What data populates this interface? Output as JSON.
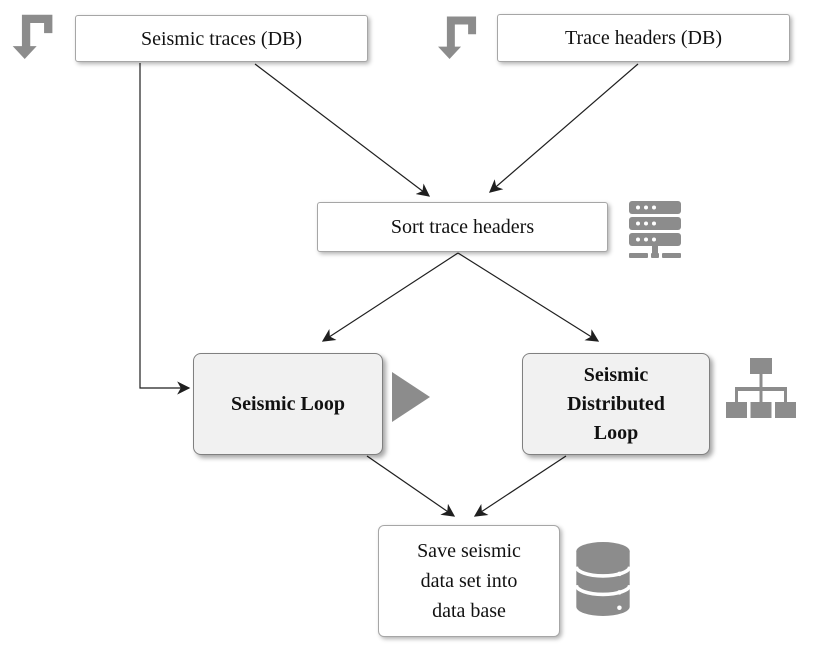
{
  "background": "#ffffff",
  "colors": {
    "icon": "#8c8c8c",
    "edge": "#1f1f1f",
    "node_border": "#a6a6a6",
    "loop_fill": "#f1f1f1",
    "loop_border": "#808080"
  },
  "nodes": {
    "seismic_traces": {
      "label": "Seismic traces (DB)"
    },
    "trace_headers": {
      "label": "Trace headers (DB)"
    },
    "sort_trace_headers": {
      "label": "Sort trace headers"
    },
    "seismic_loop": {
      "label": "Seismic Loop"
    },
    "seismic_distributed_loop": {
      "lines": [
        "Seismic",
        "Distributed",
        "Loop"
      ]
    },
    "save_to_database": {
      "lines": [
        "Save seismic",
        "data set into",
        "data base"
      ]
    }
  },
  "icons": {
    "seismic_traces_input": "level-down-arrow",
    "trace_headers_input": "level-down-arrow",
    "sort_trace_headers": "server-rack",
    "seismic_loop": "play-triangle",
    "seismic_distributed_loop": "sitemap-hierarchy",
    "save_to_database": "database-cylinder"
  },
  "edges": [
    {
      "from": "seismic_traces",
      "to": "sort_trace_headers"
    },
    {
      "from": "trace_headers",
      "to": "sort_trace_headers"
    },
    {
      "from": "seismic_traces",
      "to": "seismic_loop"
    },
    {
      "from": "sort_trace_headers",
      "to": "seismic_loop"
    },
    {
      "from": "sort_trace_headers",
      "to": "seismic_distributed_loop"
    },
    {
      "from": "seismic_loop",
      "to": "save_to_database"
    },
    {
      "from": "seismic_distributed_loop",
      "to": "save_to_database"
    }
  ]
}
